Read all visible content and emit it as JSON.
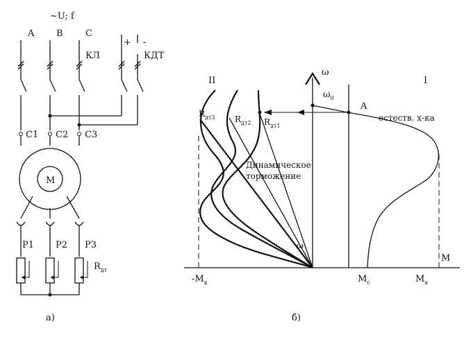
{
  "left": {
    "supply_label": "~U; f",
    "phases": [
      "A",
      "B",
      "C"
    ],
    "kl_label": "КЛ",
    "kdt_label": "КДТ",
    "plus": "+",
    "minus": "-",
    "contacts": [
      "C1",
      "C2",
      "C3"
    ],
    "motor_label": "M",
    "resistors": [
      "P1",
      "P2",
      "P3"
    ],
    "r_label": "R",
    "r_sub": "дт",
    "caption": "а)"
  },
  "right": {
    "omega_axis": "ω",
    "omega0": "ω",
    "omega0_sub": "0",
    "point_a": "A",
    "region_ii": "II",
    "region_i": "I",
    "natural_label": "естеств. х-ка",
    "dyn_label_1": "Динамическое",
    "dyn_label_2": "торможение",
    "rdt3": "R",
    "rdt3_sub": "дт3",
    "rdt2": "R",
    "rdt2_sub": "дт2",
    "rdt1": "R",
    "rdt1_sub": "дт1",
    "omega_small": "ω",
    "m_axis": "M",
    "neg_mk": "-M",
    "neg_mk_sub": "к",
    "mc": "M",
    "mc_sub": "с",
    "mk": "M",
    "mk_sub": "к",
    "caption": "б)"
  }
}
